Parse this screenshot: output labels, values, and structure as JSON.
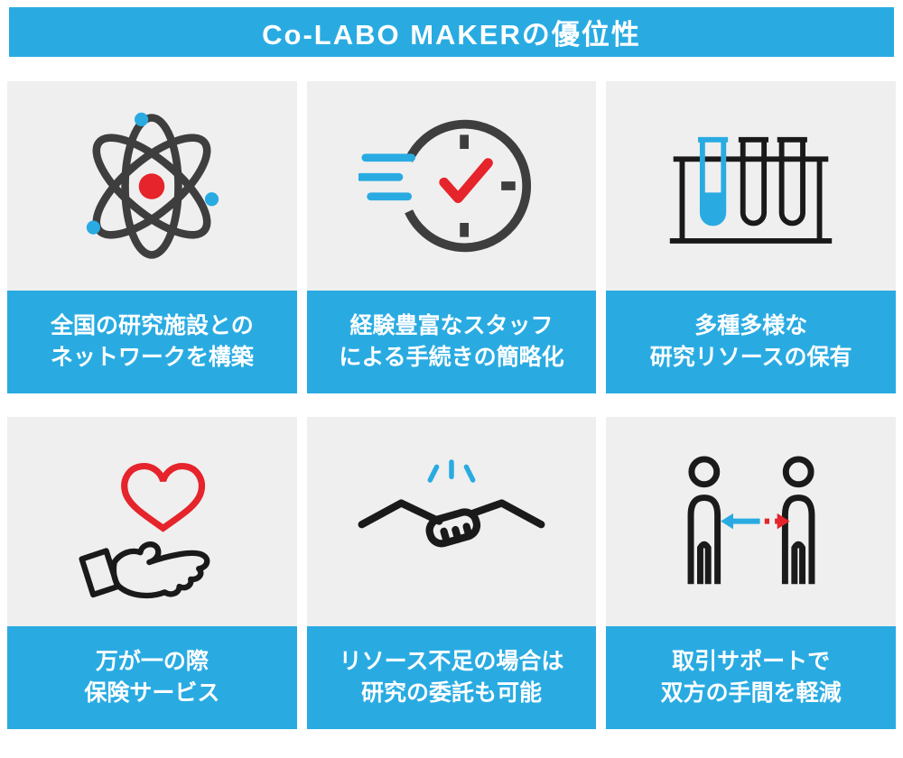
{
  "header": {
    "title": "Co-LABO MAKERの優位性"
  },
  "colors": {
    "accent_blue": "#29ABE2",
    "red": "#E5242B",
    "dark_gray": "#3E3E3E",
    "icon_black": "#1A1A1A",
    "panel_gray": "#EFEFEF",
    "text_white": "#FFFFFF"
  },
  "cards": [
    {
      "icon": "atom-icon",
      "lines": [
        "全国の研究施設との",
        "ネットワークを構築"
      ]
    },
    {
      "icon": "speed-clock-icon",
      "lines": [
        "経験豊富なスタッフ",
        "による手続きの簡略化"
      ]
    },
    {
      "icon": "test-tubes-icon",
      "lines": [
        "多種多様な",
        "研究リソースの保有"
      ]
    },
    {
      "icon": "hand-heart-icon",
      "lines": [
        "万が一の際",
        "保険サービス"
      ]
    },
    {
      "icon": "handshake-icon",
      "lines": [
        "リソース不足の場合は",
        "研究の委託も可能"
      ]
    },
    {
      "icon": "people-exchange-icon",
      "lines": [
        "取引サポートで",
        "双方の手間を軽減"
      ]
    }
  ]
}
